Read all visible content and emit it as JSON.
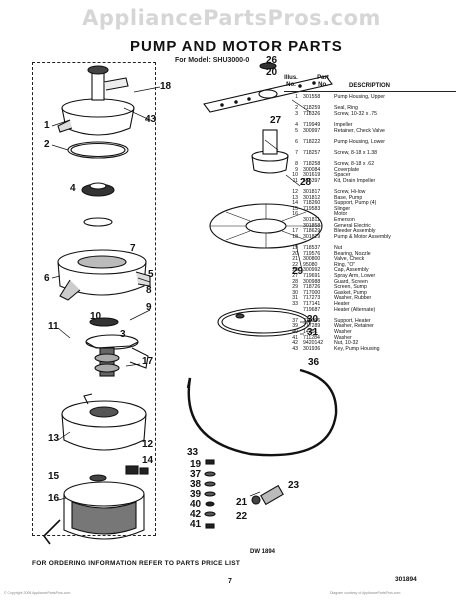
{
  "watermark": "AppliancePartsPros.com",
  "header": {
    "title": "PUMP AND MOTOR PARTS",
    "model_line": "For Model: SHU3000-0"
  },
  "table": {
    "col_illus": "Illus. No.",
    "col_part": "Part No.",
    "col_desc": "DESCRIPTION",
    "rows": [
      {
        "no": "1",
        "part": "301558",
        "desc": "Pump Housing, Upper"
      },
      {
        "no": "2",
        "part": "718259",
        "desc": "Seal, Ring"
      },
      {
        "no": "3",
        "part": "718326",
        "desc": "Screw, 10-32 x .75"
      },
      {
        "no": "4",
        "part": "719949",
        "desc": "Impeller"
      },
      {
        "no": "5",
        "part": "300997",
        "desc": "Retainer, Check Valve"
      },
      {
        "no": "6",
        "part": "718222",
        "desc": "Pump Housing, Lower"
      },
      {
        "no": "7",
        "part": "718257",
        "desc": "Screw, 8-18 x 1.38"
      },
      {
        "no": "8",
        "part": "718258",
        "desc": "Screw, 8-18 x .62"
      },
      {
        "no": "9",
        "part": "300084",
        "desc": "Coverplate"
      },
      {
        "no": "10",
        "part": "301619",
        "desc": "Spacer"
      },
      {
        "no": "11",
        "part": "675397",
        "desc": "Kit, Drain Impeller"
      },
      {
        "no": "12",
        "part": "301817",
        "desc": "Screw, Hi-low"
      },
      {
        "no": "13",
        "part": "301812",
        "desc": "Base, Pump"
      },
      {
        "no": "14",
        "part": "718260",
        "desc": "Support, Pump (4)"
      },
      {
        "no": "15",
        "part": "719583",
        "desc": "Slinger"
      },
      {
        "no": "16",
        "part": "",
        "desc": "Motor"
      },
      {
        "no": "",
        "part": "301811",
        "desc": "Emerson"
      },
      {
        "no": "",
        "part": "301858",
        "desc": "General Electric"
      },
      {
        "no": "17",
        "part": "718629",
        "desc": "Bleeder Assembly"
      },
      {
        "no": "18",
        "part": "301829",
        "desc": "Pump & Motor Assembly"
      },
      {
        "no": "19",
        "part": "718537",
        "desc": "Nut"
      },
      {
        "no": "20",
        "part": "719576",
        "desc": "Bearing, Nozzle"
      },
      {
        "no": "21",
        "part": "300800",
        "desc": "Valve, Check"
      },
      {
        "no": "22",
        "part": "95080",
        "desc": "Ring, \"O\""
      },
      {
        "no": "23",
        "part": "300992",
        "desc": "Cap, Assembly"
      },
      {
        "no": "27",
        "part": "719691",
        "desc": "Spray Arm, Lower"
      },
      {
        "no": "28",
        "part": "300988",
        "desc": "Guard, Screen"
      },
      {
        "no": "29",
        "part": "718726",
        "desc": "Screen, Sump"
      },
      {
        "no": "30",
        "part": "717000",
        "desc": "Gasket, Pump"
      },
      {
        "no": "31",
        "part": "717273",
        "desc": "Washer, Rubber"
      },
      {
        "no": "33",
        "part": "717141",
        "desc": "Heater"
      },
      {
        "no": "",
        "part": "719687",
        "desc": "Heater (Alternate)"
      },
      {
        "no": "37",
        "part": "717096",
        "desc": "Support, Heater"
      },
      {
        "no": "39",
        "part": "717289",
        "desc": "Washer, Retainer"
      },
      {
        "no": "40",
        "part": "14351",
        "desc": "Washer"
      },
      {
        "no": "41",
        "part": "711284",
        "desc": "Washer"
      },
      {
        "no": "42",
        "part": "9420142",
        "desc": "Nut, 10-32"
      },
      {
        "no": "43",
        "part": "301936",
        "desc": "Key, Pump Housing"
      }
    ]
  },
  "callouts": {
    "c1": "1",
    "c2": "2",
    "c3": "3",
    "c4": "4",
    "c5": "5",
    "c6": "6",
    "c7": "7",
    "c8": "8",
    "c9": "9",
    "c10": "10",
    "c11": "11",
    "c12": "12",
    "c13": "13",
    "c14": "14",
    "c15": "15",
    "c16": "16",
    "c17": "17",
    "c18": "18",
    "c19": "19",
    "c20": "20",
    "c21": "21",
    "c22": "22",
    "c23": "23",
    "c26": "26",
    "c27": "27",
    "c28": "28",
    "c29": "29",
    "c30": "30",
    "c31": "31",
    "c33": "33",
    "c36": "36",
    "c37": "37",
    "c38": "38",
    "c39": "39",
    "c40": "40",
    "c41": "41",
    "c42": "42",
    "c43": "43"
  },
  "drawing_number": "DW 1894",
  "footer": {
    "note": "FOR ORDERING INFORMATION REFER TO PARTS PRICE LIST",
    "page": "7",
    "doc_number": "301894"
  },
  "copyright_left": "© Copyright 2008 AppliancePartsPros.com",
  "copyright_right": "Diagram courtesy of AppliancePartsPros.com"
}
